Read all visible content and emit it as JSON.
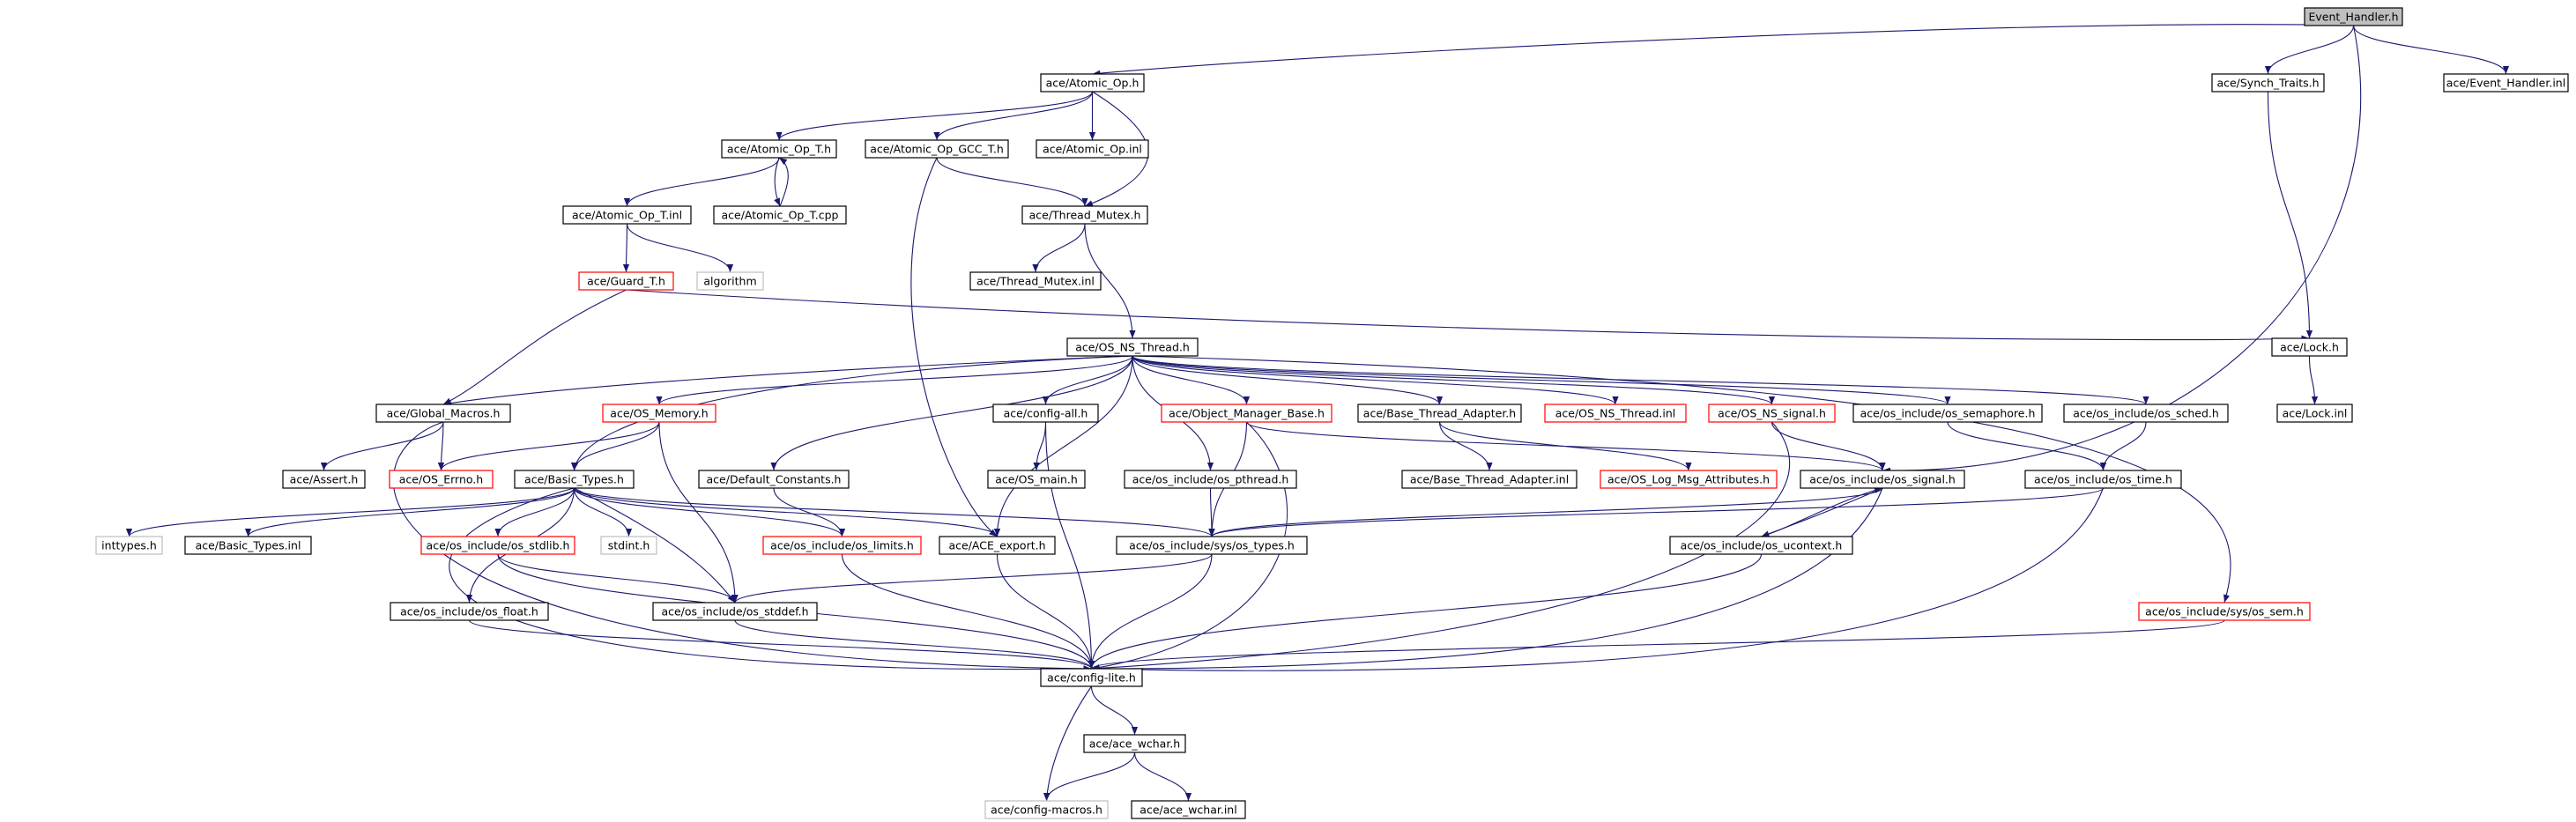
{
  "diagram": {
    "colors": {
      "edge": "#191970",
      "border_normal": "#000000",
      "border_truncated": "#ff0000",
      "border_external": "#bfbfbf",
      "root_fill": "#bfbfbf"
    },
    "nodes": [
      {
        "id": "event_handler_h",
        "label": "Event_Handler.h",
        "style": "root"
      },
      {
        "id": "atomic_op_h",
        "label": "ace/Atomic_Op.h",
        "style": "normal"
      },
      {
        "id": "synch_traits_h",
        "label": "ace/Synch_Traits.h",
        "style": "normal"
      },
      {
        "id": "event_handler_inl",
        "label": "ace/Event_Handler.inl",
        "style": "normal"
      },
      {
        "id": "atomic_op_t_h",
        "label": "ace/Atomic_Op_T.h",
        "style": "normal"
      },
      {
        "id": "atomic_op_gcc_t_h",
        "label": "ace/Atomic_Op_GCC_T.h",
        "style": "normal"
      },
      {
        "id": "atomic_op_inl",
        "label": "ace/Atomic_Op.inl",
        "style": "normal"
      },
      {
        "id": "atomic_op_t_inl",
        "label": "ace/Atomic_Op_T.inl",
        "style": "normal"
      },
      {
        "id": "atomic_op_t_cpp",
        "label": "ace/Atomic_Op_T.cpp",
        "style": "normal"
      },
      {
        "id": "thread_mutex_h",
        "label": "ace/Thread_Mutex.h",
        "style": "normal"
      },
      {
        "id": "guard_t_h",
        "label": "ace/Guard_T.h",
        "style": "red"
      },
      {
        "id": "algorithm",
        "label": "algorithm",
        "style": "gray"
      },
      {
        "id": "thread_mutex_inl",
        "label": "ace/Thread_Mutex.inl",
        "style": "normal"
      },
      {
        "id": "os_ns_thread_h",
        "label": "ace/OS_NS_Thread.h",
        "style": "normal"
      },
      {
        "id": "lock_h",
        "label": "ace/Lock.h",
        "style": "normal"
      },
      {
        "id": "global_macros_h",
        "label": "ace/Global_Macros.h",
        "style": "normal"
      },
      {
        "id": "os_memory_h",
        "label": "ace/OS_Memory.h",
        "style": "red"
      },
      {
        "id": "config_all_h",
        "label": "ace/config-all.h",
        "style": "normal"
      },
      {
        "id": "object_manager_base_h",
        "label": "ace/Object_Manager_Base.h",
        "style": "red"
      },
      {
        "id": "base_thread_adapter_h",
        "label": "ace/Base_Thread_Adapter.h",
        "style": "normal"
      },
      {
        "id": "os_ns_thread_inl",
        "label": "ace/OS_NS_Thread.inl",
        "style": "red"
      },
      {
        "id": "os_ns_signal_h",
        "label": "ace/OS_NS_signal.h",
        "style": "red"
      },
      {
        "id": "os_semaphore_h",
        "label": "ace/os_include/os_semaphore.h",
        "style": "normal"
      },
      {
        "id": "os_sched_h",
        "label": "ace/os_include/os_sched.h",
        "style": "normal"
      },
      {
        "id": "lock_inl",
        "label": "ace/Lock.inl",
        "style": "normal"
      },
      {
        "id": "assert_h",
        "label": "ace/Assert.h",
        "style": "normal"
      },
      {
        "id": "os_errno_h",
        "label": "ace/OS_Errno.h",
        "style": "red"
      },
      {
        "id": "basic_types_h",
        "label": "ace/Basic_Types.h",
        "style": "normal"
      },
      {
        "id": "default_constants_h",
        "label": "ace/Default_Constants.h",
        "style": "normal"
      },
      {
        "id": "os_main_h",
        "label": "ace/OS_main.h",
        "style": "normal"
      },
      {
        "id": "os_pthread_h",
        "label": "ace/os_include/os_pthread.h",
        "style": "normal"
      },
      {
        "id": "base_thread_adapter_inl",
        "label": "ace/Base_Thread_Adapter.inl",
        "style": "normal"
      },
      {
        "id": "os_log_msg_attributes_h",
        "label": "ace/OS_Log_Msg_Attributes.h",
        "style": "red"
      },
      {
        "id": "os_signal_h",
        "label": "ace/os_include/os_signal.h",
        "style": "normal"
      },
      {
        "id": "os_time_h",
        "label": "ace/os_include/os_time.h",
        "style": "normal"
      },
      {
        "id": "inttypes_h",
        "label": "inttypes.h",
        "style": "gray"
      },
      {
        "id": "basic_types_inl",
        "label": "ace/Basic_Types.inl",
        "style": "normal"
      },
      {
        "id": "os_stdlib_h",
        "label": "ace/os_include/os_stdlib.h",
        "style": "red"
      },
      {
        "id": "stdint_h",
        "label": "stdint.h",
        "style": "gray"
      },
      {
        "id": "os_limits_h",
        "label": "ace/os_include/os_limits.h",
        "style": "red"
      },
      {
        "id": "ace_export_h",
        "label": "ace/ACE_export.h",
        "style": "normal"
      },
      {
        "id": "sys_os_types_h",
        "label": "ace/os_include/sys/os_types.h",
        "style": "normal"
      },
      {
        "id": "os_ucontext_h",
        "label": "ace/os_include/os_ucontext.h",
        "style": "normal"
      },
      {
        "id": "os_float_h",
        "label": "ace/os_include/os_float.h",
        "style": "normal"
      },
      {
        "id": "os_stddef_h",
        "label": "ace/os_include/os_stddef.h",
        "style": "normal"
      },
      {
        "id": "sys_os_sem_h",
        "label": "ace/os_include/sys/os_sem.h",
        "style": "red"
      },
      {
        "id": "config_lite_h",
        "label": "ace/config-lite.h",
        "style": "normal"
      },
      {
        "id": "ace_wchar_h",
        "label": "ace/ace_wchar.h",
        "style": "normal"
      },
      {
        "id": "config_macros_h",
        "label": "ace/config-macros.h",
        "style": "gray"
      },
      {
        "id": "ace_wchar_inl",
        "label": "ace/ace_wchar.inl",
        "style": "normal"
      }
    ],
    "edges": [
      [
        "event_handler_h",
        "atomic_op_h"
      ],
      [
        "event_handler_h",
        "synch_traits_h"
      ],
      [
        "event_handler_h",
        "event_handler_inl"
      ],
      [
        "event_handler_h",
        "os_signal_h"
      ],
      [
        "synch_traits_h",
        "lock_h"
      ],
      [
        "lock_h",
        "lock_inl"
      ],
      [
        "atomic_op_h",
        "atomic_op_t_h"
      ],
      [
        "atomic_op_h",
        "atomic_op_gcc_t_h"
      ],
      [
        "atomic_op_h",
        "atomic_op_inl"
      ],
      [
        "atomic_op_h",
        "thread_mutex_h"
      ],
      [
        "atomic_op_t_h",
        "atomic_op_t_inl"
      ],
      [
        "atomic_op_t_h",
        "atomic_op_t_cpp"
      ],
      [
        "atomic_op_t_cpp",
        "atomic_op_t_h"
      ],
      [
        "atomic_op_t_inl",
        "guard_t_h"
      ],
      [
        "atomic_op_t_inl",
        "algorithm"
      ],
      [
        "atomic_op_gcc_t_h",
        "thread_mutex_h"
      ],
      [
        "atomic_op_gcc_t_h",
        "ace_export_h"
      ],
      [
        "thread_mutex_h",
        "thread_mutex_inl"
      ],
      [
        "thread_mutex_h",
        "os_ns_thread_h"
      ],
      [
        "guard_t_h",
        "lock_h"
      ],
      [
        "guard_t_h",
        "global_macros_h"
      ],
      [
        "os_ns_thread_h",
        "global_macros_h"
      ],
      [
        "os_ns_thread_h",
        "os_memory_h"
      ],
      [
        "os_ns_thread_h",
        "basic_types_h"
      ],
      [
        "os_ns_thread_h",
        "default_constants_h"
      ],
      [
        "os_ns_thread_h",
        "config_all_h"
      ],
      [
        "os_ns_thread_h",
        "ace_export_h"
      ],
      [
        "os_ns_thread_h",
        "os_pthread_h"
      ],
      [
        "os_ns_thread_h",
        "object_manager_base_h"
      ],
      [
        "os_ns_thread_h",
        "base_thread_adapter_h"
      ],
      [
        "os_ns_thread_h",
        "os_ns_thread_inl"
      ],
      [
        "os_ns_thread_h",
        "os_ns_signal_h"
      ],
      [
        "os_ns_thread_h",
        "os_semaphore_h"
      ],
      [
        "os_ns_thread_h",
        "os_sched_h"
      ],
      [
        "os_ns_thread_h",
        "sys_os_sem_h"
      ],
      [
        "global_macros_h",
        "assert_h"
      ],
      [
        "global_macros_h",
        "os_errno_h"
      ],
      [
        "global_macros_h",
        "config_lite_h"
      ],
      [
        "os_memory_h",
        "os_errno_h"
      ],
      [
        "os_memory_h",
        "basic_types_h"
      ],
      [
        "os_memory_h",
        "os_stddef_h"
      ],
      [
        "basic_types_h",
        "inttypes_h"
      ],
      [
        "basic_types_h",
        "basic_types_inl"
      ],
      [
        "basic_types_h",
        "os_stdlib_h"
      ],
      [
        "basic_types_h",
        "stdint_h"
      ],
      [
        "basic_types_h",
        "os_limits_h"
      ],
      [
        "basic_types_h",
        "ace_export_h"
      ],
      [
        "basic_types_h",
        "sys_os_types_h"
      ],
      [
        "basic_types_h",
        "os_float_h"
      ],
      [
        "basic_types_h",
        "os_stddef_h"
      ],
      [
        "basic_types_h",
        "config_lite_h"
      ],
      [
        "default_constants_h",
        "os_limits_h"
      ],
      [
        "config_all_h",
        "os_main_h"
      ],
      [
        "config_all_h",
        "config_lite_h"
      ],
      [
        "os_pthread_h",
        "sys_os_types_h"
      ],
      [
        "object_manager_base_h",
        "os_signal_h"
      ],
      [
        "object_manager_base_h",
        "sys_os_types_h"
      ],
      [
        "object_manager_base_h",
        "config_lite_h"
      ],
      [
        "base_thread_adapter_h",
        "base_thread_adapter_inl"
      ],
      [
        "base_thread_adapter_h",
        "os_log_msg_attributes_h"
      ],
      [
        "os_ns_signal_h",
        "os_signal_h"
      ],
      [
        "os_ns_signal_h",
        "config_lite_h"
      ],
      [
        "os_semaphore_h",
        "os_time_h"
      ],
      [
        "os_sched_h",
        "os_time_h"
      ],
      [
        "os_signal_h",
        "sys_os_types_h"
      ],
      [
        "os_signal_h",
        "os_ucontext_h"
      ],
      [
        "os_signal_h",
        "config_lite_h"
      ],
      [
        "os_ucontext_h",
        "os_signal_h"
      ],
      [
        "os_ucontext_h",
        "config_lite_h"
      ],
      [
        "os_time_h",
        "sys_os_types_h"
      ],
      [
        "os_time_h",
        "config_lite_h"
      ],
      [
        "os_stdlib_h",
        "os_stddef_h"
      ],
      [
        "os_stdlib_h",
        "config_lite_h"
      ],
      [
        "os_limits_h",
        "config_lite_h"
      ],
      [
        "ace_export_h",
        "config_lite_h"
      ],
      [
        "sys_os_types_h",
        "os_stddef_h"
      ],
      [
        "sys_os_types_h",
        "config_lite_h"
      ],
      [
        "os_float_h",
        "config_lite_h"
      ],
      [
        "os_stddef_h",
        "config_lite_h"
      ],
      [
        "sys_os_sem_h",
        "config_lite_h"
      ],
      [
        "config_lite_h",
        "ace_wchar_h"
      ],
      [
        "config_lite_h",
        "config_macros_h"
      ],
      [
        "ace_wchar_h",
        "config_macros_h"
      ],
      [
        "ace_wchar_h",
        "ace_wchar_inl"
      ]
    ]
  }
}
